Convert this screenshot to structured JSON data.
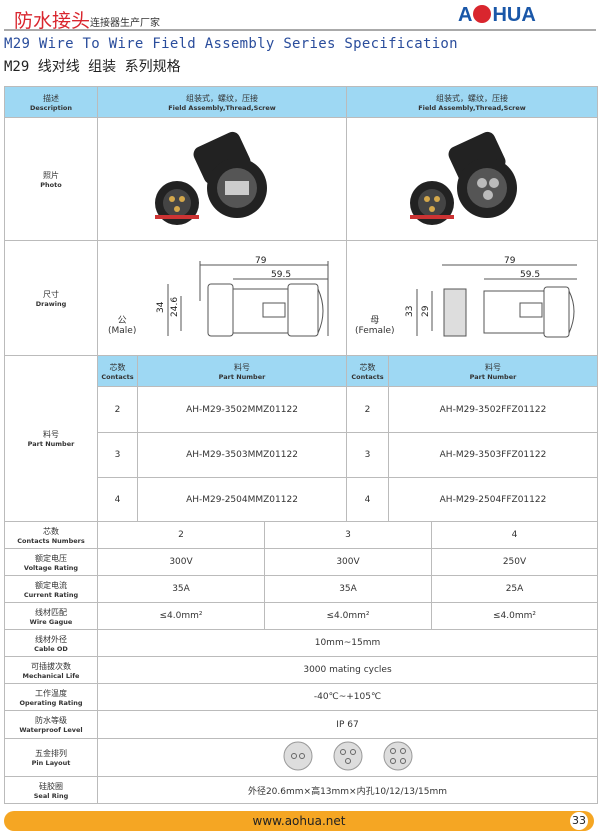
{
  "header": {
    "title_cn": "防水接头",
    "subtitle_cn": "连接器生产厂家",
    "logo": "AOHUA"
  },
  "title_en": "M29 Wire To Wire Field Assembly Series Specification",
  "title_cn": "M29 线对线 组装 系列规格",
  "table": {
    "description": {
      "cn": "描述",
      "en": "Description"
    },
    "variant": {
      "cn": "组装式，螺纹，压接",
      "en": "Field Assembly,Thread,Screw"
    },
    "photo": {
      "cn": "照片",
      "en": "Photo"
    },
    "drawing": {
      "cn": "尺寸",
      "en": "Drawing"
    },
    "male": {
      "cn": "公",
      "en": "(Male)",
      "dims": [
        "79",
        "59.5",
        "34",
        "24.6"
      ]
    },
    "female": {
      "cn": "母",
      "en": "(Female)",
      "dims": [
        "79",
        "59.5",
        "33",
        "29"
      ]
    },
    "part_number_label": {
      "cn": "料号",
      "en": "Part Number"
    },
    "contacts_label": {
      "cn": "芯数",
      "en": "Contacts"
    },
    "male_parts": [
      {
        "c": "2",
        "pn": "AH-M29-3502MMZ01122"
      },
      {
        "c": "3",
        "pn": "AH-M29-3503MMZ01122"
      },
      {
        "c": "4",
        "pn": "AH-M29-2504MMZ01122"
      }
    ],
    "female_parts": [
      {
        "c": "2",
        "pn": "AH-M29-3502FFZ01122"
      },
      {
        "c": "3",
        "pn": "AH-M29-3503FFZ01122"
      },
      {
        "c": "4",
        "pn": "AH-M29-2504FFZ01122"
      }
    ]
  },
  "specs": {
    "contacts": {
      "cn": "芯数",
      "en": "Contacts Numbers",
      "v": [
        "2",
        "3",
        "4"
      ]
    },
    "voltage": {
      "cn": "额定电压",
      "en": "Voltage Rating",
      "v": [
        "300V",
        "300V",
        "250V"
      ]
    },
    "current": {
      "cn": "额定电流",
      "en": "Current Rating",
      "v": [
        "35A",
        "35A",
        "25A"
      ]
    },
    "wire": {
      "cn": "线材匹配",
      "en": "Wire Gague",
      "v": [
        "≤4.0mm²",
        "≤4.0mm²",
        "≤4.0mm²"
      ]
    },
    "cable": {
      "cn": "线材外径",
      "en": "Cable OD",
      "v": "10mm~15mm"
    },
    "life": {
      "cn": "可插拔次数",
      "en": "Mechanical Life",
      "v": "3000 mating cycles"
    },
    "temp": {
      "cn": "工作温度",
      "en": "Operating Rating",
      "v": "-40℃~+105℃"
    },
    "ip": {
      "cn": "防水等级",
      "en": "Waterproof Level",
      "v": "IP 67"
    },
    "pin": {
      "cn": "五金排列",
      "en": "Pin Layout"
    },
    "seal": {
      "cn": "硅胶圈",
      "en": "Seal Ring",
      "v": "外径20.6mm×高13mm×内孔10/12/13/15mm"
    }
  },
  "footer": {
    "url": "www.aohua.net",
    "page": "33"
  },
  "colors": {
    "header_blue": "#9ed8f3",
    "accent_red": "#d9262e",
    "footer_orange": "#f5a623"
  }
}
